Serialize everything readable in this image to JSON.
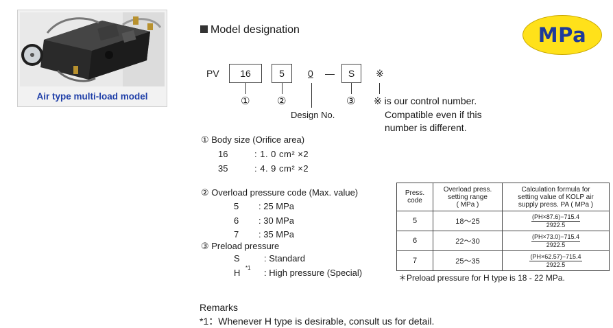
{
  "product": {
    "caption": "Air type multi-load model",
    "image_alt": "air-type-multi-load-valve-photo"
  },
  "badge": {
    "unit": "MPa"
  },
  "heading": {
    "title": "Model designation"
  },
  "designation": {
    "prefix": "PV",
    "box1": "16",
    "box2": "5",
    "design_no": "0",
    "dash": "—",
    "box3": "S",
    "mark": "※",
    "circled1": "①",
    "circled2": "②",
    "circled3": "③",
    "design_no_label": "Design No.",
    "note_line1": "※ is our control number.",
    "note_line2": "Compatible even if this",
    "note_line3": "number is different."
  },
  "body_size": {
    "title": "①  Body size (Orifice area)",
    "rows": [
      {
        "code": "16",
        "value": ": 1. 0  cm²  ×2"
      },
      {
        "code": "35",
        "value": ": 4. 9  cm²  ×2"
      }
    ]
  },
  "overload": {
    "title": "②  Overload pressure code (Max. value)",
    "rows": [
      {
        "code": "5",
        "value": ": 25  MPa"
      },
      {
        "code": "6",
        "value": ": 30  MPa"
      },
      {
        "code": "7",
        "value": ": 35  MPa"
      }
    ]
  },
  "preload": {
    "title": "③  Preload pressure",
    "rows": [
      {
        "code": "S",
        "sup": "",
        "value": ": Standard"
      },
      {
        "code": "H",
        "sup": "*1",
        "value": ": High pressure (Special)"
      }
    ]
  },
  "table": {
    "headers": [
      "Press. code",
      "Overload press. setting range ( MPa )",
      "Calculation formula for setting value of KOLP air supply press. PA ( MPa )"
    ],
    "header_lines": [
      [
        "Press.",
        "code"
      ],
      [
        "Overload press.",
        "setting range",
        "( MPa )"
      ],
      [
        "Calculation formula for",
        "setting value of KOLP air",
        "supply press. PA ( MPa )"
      ]
    ],
    "rows": [
      {
        "code": "5",
        "range": "18～25",
        "numerator": "(PH×87.6)−715.4",
        "denominator": "2922.5"
      },
      {
        "code": "6",
        "range": "22～30",
        "numerator": "(PH×73.0)−715.4",
        "denominator": "2922.5"
      },
      {
        "code": "7",
        "range": "25～35",
        "numerator": "(PH×62.57)−715.4",
        "denominator": "2922.5"
      }
    ],
    "footnote": "＊Preload pressure for H type is 18 - 22 MPa."
  },
  "remarks": {
    "title": "Remarks",
    "note": "*1：Whenever H type is desirable, consult us for detail."
  }
}
